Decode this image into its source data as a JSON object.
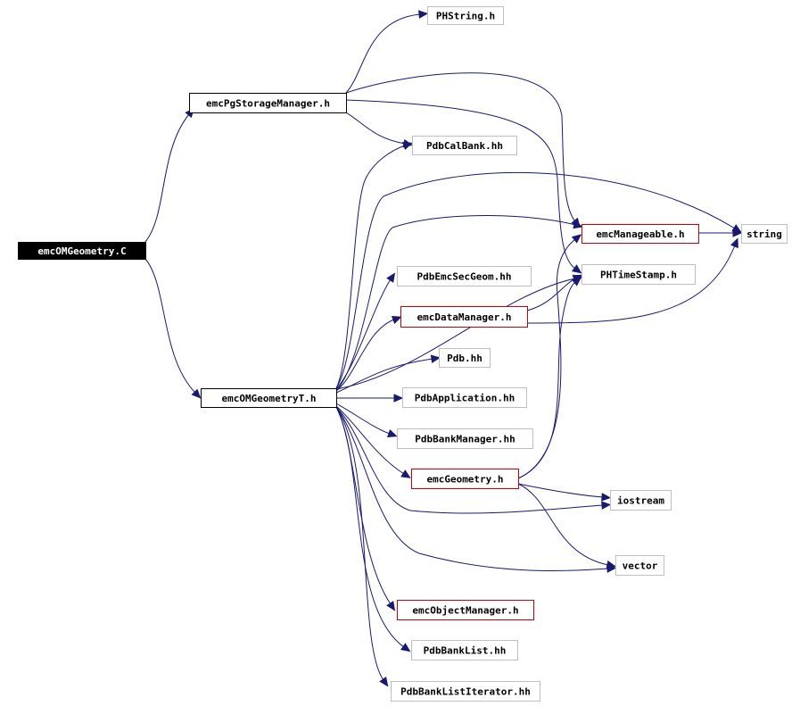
{
  "nodes": [
    {
      "id": "root",
      "label": "emcOMGeometry.C",
      "style": "root"
    },
    {
      "id": "psm",
      "label": "emcPgStorageManager.h",
      "style": "black"
    },
    {
      "id": "phstring",
      "label": "PHString.h",
      "style": "gray"
    },
    {
      "id": "pdbcalbank",
      "label": "PdbCalBank.hh",
      "style": "gray"
    },
    {
      "id": "emcmanageable",
      "label": "emcManageable.h",
      "style": "red"
    },
    {
      "id": "string",
      "label": "string",
      "style": "gray"
    },
    {
      "id": "phtimestamp",
      "label": "PHTimeStamp.h",
      "style": "gray"
    },
    {
      "id": "pdbemcsecgeom",
      "label": "PdbEmcSecGeom.hh",
      "style": "gray"
    },
    {
      "id": "emcdatamanager",
      "label": "emcDataManager.h",
      "style": "red"
    },
    {
      "id": "pdb",
      "label": "Pdb.hh",
      "style": "gray"
    },
    {
      "id": "geomT",
      "label": "emcOMGeometryT.h",
      "style": "black"
    },
    {
      "id": "pdbapplication",
      "label": "PdbApplication.hh",
      "style": "gray"
    },
    {
      "id": "pdbbankmanager",
      "label": "PdbBankManager.hh",
      "style": "gray"
    },
    {
      "id": "emcgeometry",
      "label": "emcGeometry.h",
      "style": "red"
    },
    {
      "id": "iostream",
      "label": "iostream",
      "style": "gray"
    },
    {
      "id": "vector",
      "label": "vector",
      "style": "gray"
    },
    {
      "id": "emcobjectmanager",
      "label": "emcObjectManager.h",
      "style": "red"
    },
    {
      "id": "pdbbanklist",
      "label": "PdbBankList.hh",
      "style": "gray"
    },
    {
      "id": "pdbbanklistiterator",
      "label": "PdbBankListIterator.hh",
      "style": "gray"
    }
  ],
  "edges": [
    [
      "root",
      "psm"
    ],
    [
      "root",
      "geomT"
    ],
    [
      "psm",
      "phstring"
    ],
    [
      "psm",
      "pdbcalbank"
    ],
    [
      "psm",
      "emcmanageable"
    ],
    [
      "psm",
      "phtimestamp"
    ],
    [
      "geomT",
      "pdbcalbank"
    ],
    [
      "geomT",
      "string"
    ],
    [
      "geomT",
      "emcmanageable"
    ],
    [
      "geomT",
      "pdbemcsecgeom"
    ],
    [
      "geomT",
      "emcdatamanager"
    ],
    [
      "geomT",
      "pdb"
    ],
    [
      "geomT",
      "pdbapplication"
    ],
    [
      "geomT",
      "pdbbankmanager"
    ],
    [
      "geomT",
      "emcgeometry"
    ],
    [
      "geomT",
      "iostream"
    ],
    [
      "geomT",
      "vector"
    ],
    [
      "geomT",
      "emcobjectmanager"
    ],
    [
      "geomT",
      "pdbbanklist"
    ],
    [
      "geomT",
      "pdbbanklistiterator"
    ],
    [
      "geomT",
      "phtimestamp"
    ],
    [
      "emcmanageable",
      "string"
    ],
    [
      "emcdatamanager",
      "string"
    ],
    [
      "emcdatamanager",
      "phtimestamp"
    ],
    [
      "emcgeometry",
      "iostream"
    ],
    [
      "emcgeometry",
      "vector"
    ],
    [
      "emcgeometry",
      "emcmanageable"
    ],
    [
      "emcgeometry",
      "phtimestamp"
    ]
  ]
}
